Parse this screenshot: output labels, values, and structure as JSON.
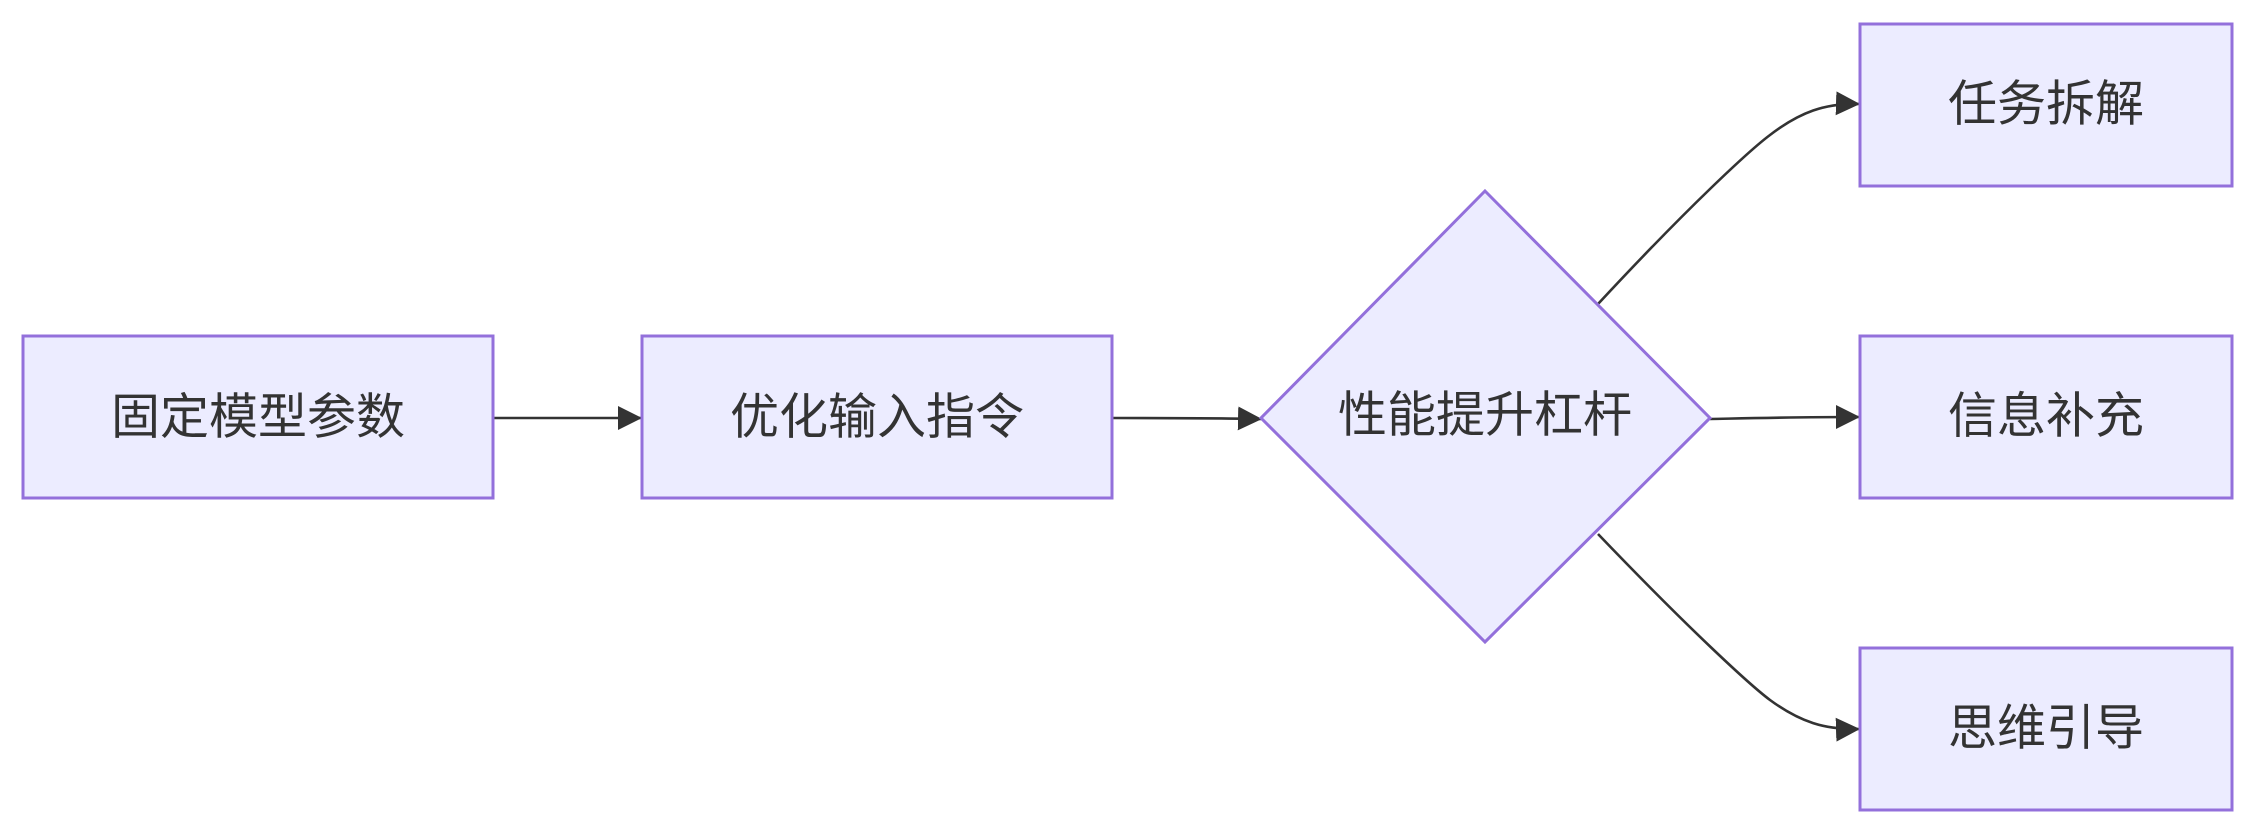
{
  "diagram": {
    "nodes": {
      "fixed_params": {
        "label": "固定模型参数"
      },
      "optimize_input": {
        "label": "优化输入指令"
      },
      "performance_lever": {
        "label": "性能提升杠杆"
      },
      "task_decomposition": {
        "label": "任务拆解"
      },
      "info_supplement": {
        "label": "信息补充"
      },
      "thinking_guidance": {
        "label": "思维引导"
      }
    },
    "colors": {
      "node_fill": "#ECECFF",
      "node_stroke": "#9370DB",
      "edge": "#333333",
      "text": "#333333"
    }
  }
}
